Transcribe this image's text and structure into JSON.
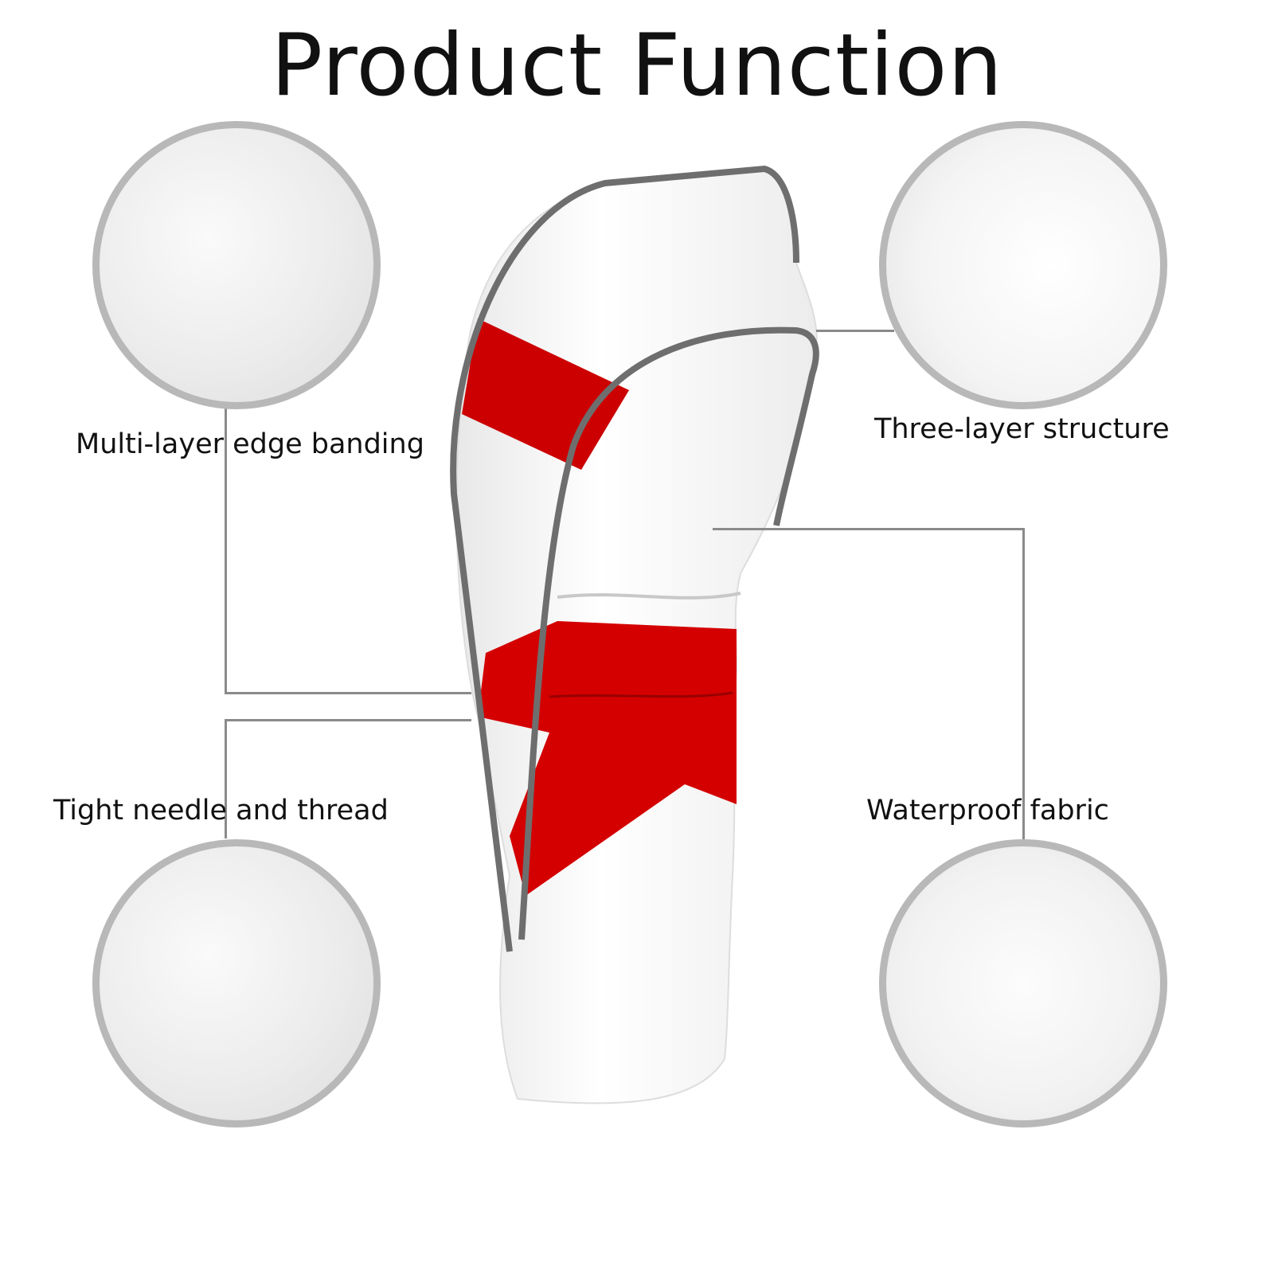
{
  "title": "Product Function",
  "features": [
    {
      "label": "Multi-layer edge banding"
    },
    {
      "label": "Three-layer structure"
    },
    {
      "label": "Tight needle and thread"
    },
    {
      "label": "Waterproof fabric"
    }
  ],
  "colors": {
    "accent_red": "#d40000",
    "piping_gray": "#6e6e6e",
    "circle_border": "#b8b8b8"
  }
}
